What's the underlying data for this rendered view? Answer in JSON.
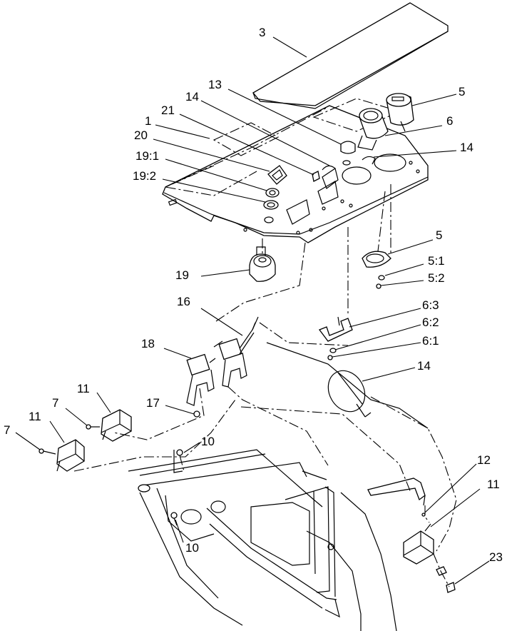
{
  "callouts": {
    "c3": "3",
    "c13": "13",
    "c14a": "14",
    "c21": "21",
    "c1": "1",
    "c20": "20",
    "c19_1": "19:1",
    "c19_2": "19:2",
    "c5a": "5",
    "c6": "6",
    "c14b": "14",
    "c5b": "5",
    "c5_1": "5:1",
    "c5_2": "5:2",
    "c19": "19",
    "c16": "16",
    "c6_3": "6:3",
    "c6_2": "6:2",
    "c6_1": "6:1",
    "c18": "18",
    "c14c": "14",
    "c11a": "11",
    "c7a": "7",
    "c17": "17",
    "c11b": "11",
    "c7b": "7",
    "c10a": "10",
    "c12": "12",
    "c11c": "11",
    "c10b": "10",
    "c23": "23"
  }
}
